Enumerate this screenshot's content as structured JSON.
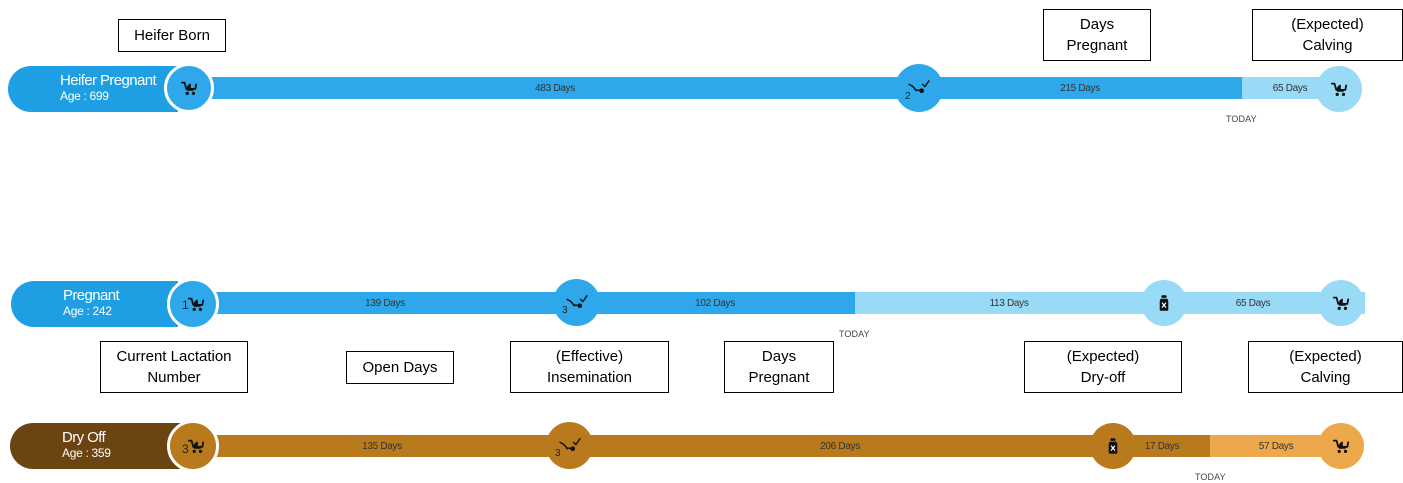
{
  "callouts": {
    "heifer_born": "Heifer Born",
    "days_pregnant_top_1": "Days",
    "days_pregnant_top_2": "Pregnant",
    "expected_calving_top_1": "(Expected)",
    "expected_calving_top_2": "Calving",
    "current_lactation_1": "Current Lactation",
    "current_lactation_2": "Number",
    "open_days": "Open Days",
    "effective_insemination_1": "(Effective)",
    "effective_insemination_2": "Insemination",
    "days_pregnant_mid_1": "Days",
    "days_pregnant_mid_2": "Pregnant",
    "expected_dryoff_1": "(Expected)",
    "expected_dryoff_2": "Dry-off",
    "expected_calving_mid_1": "(Expected)",
    "expected_calving_mid_2": "Calving"
  },
  "timelines": [
    {
      "status": "Heifer Pregnant",
      "age": "Age : 699",
      "segments": [
        "483 Days",
        "215 Days",
        "65 Days"
      ],
      "insemination_number": "2",
      "today_label": "TODAY",
      "icons": [
        "stroller-icon",
        "insemination-icon",
        "stroller-icon"
      ]
    },
    {
      "status": "Pregnant",
      "age": "Age : 242",
      "segments": [
        "139 Days",
        "102 Days",
        "113 Days",
        "65 Days"
      ],
      "lactation_number": "1",
      "insemination_number": "3",
      "today_label": "TODAY",
      "icons": [
        "stroller-icon",
        "insemination-icon",
        "milk-bottle-icon",
        "stroller-icon"
      ]
    },
    {
      "status": "Dry Off",
      "age": "Age : 359",
      "segments": [
        "135 Days",
        "206 Days",
        "17 Days",
        "57 Days"
      ],
      "lactation_number": "3",
      "insemination_number": "3",
      "today_label": "TODAY",
      "icons": [
        "stroller-icon",
        "insemination-icon",
        "milk-bottle-icon",
        "stroller-icon"
      ]
    }
  ],
  "colors": {
    "blue_dark": "#2ea8ea",
    "blue_pill": "#1f9fe3",
    "blue_light": "#99daf7",
    "brown_pill": "#6b4412",
    "brown_bar": "#b87a1c",
    "orange_light": "#eca84a"
  }
}
